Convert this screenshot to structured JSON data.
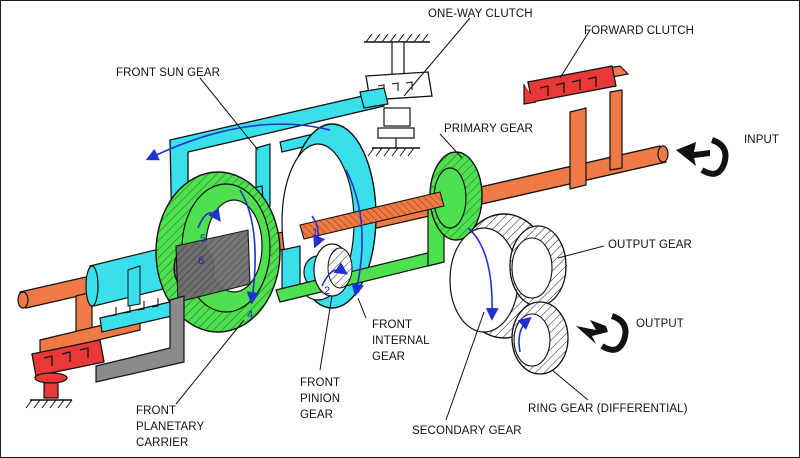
{
  "labels": {
    "one_way_clutch": "ONE-WAY CLUTCH",
    "forward_clutch": "FORWARD CLUTCH",
    "front_sun_gear": "FRONT SUN GEAR",
    "primary_gear": "PRIMARY GEAR",
    "input": "INPUT",
    "output_gear": "OUTPUT GEAR",
    "output": "OUTPUT",
    "front_internal_gear": [
      "FRONT",
      "INTERNAL",
      "GEAR"
    ],
    "front_pinion_gear": [
      "FRONT",
      "PINION",
      "GEAR"
    ],
    "front_planetary_carrier": [
      "FRONT",
      "PLANETARY",
      "CARRIER"
    ],
    "secondary_gear": "SECONDARY GEAR",
    "ring_gear": "RING GEAR (DIFFERENTIAL)"
  },
  "callout_numbers": [
    "1",
    "2",
    "3",
    "4",
    "5",
    "6"
  ],
  "colors": {
    "input_shaft": "#f07a45",
    "sun_gear_path": "#39e0ec",
    "internal_gear_path": "#44dd44",
    "carrier_path": "#8a8a8a",
    "forward_clutch": "#e83838",
    "rotation_arrows": "#2233cc",
    "hatch_green": "#2a8a2a",
    "output_gears": "#ffffff"
  },
  "icons": [
    "input-arrow-icon",
    "output-arrow-icon",
    "ground-hatch-icon"
  ]
}
